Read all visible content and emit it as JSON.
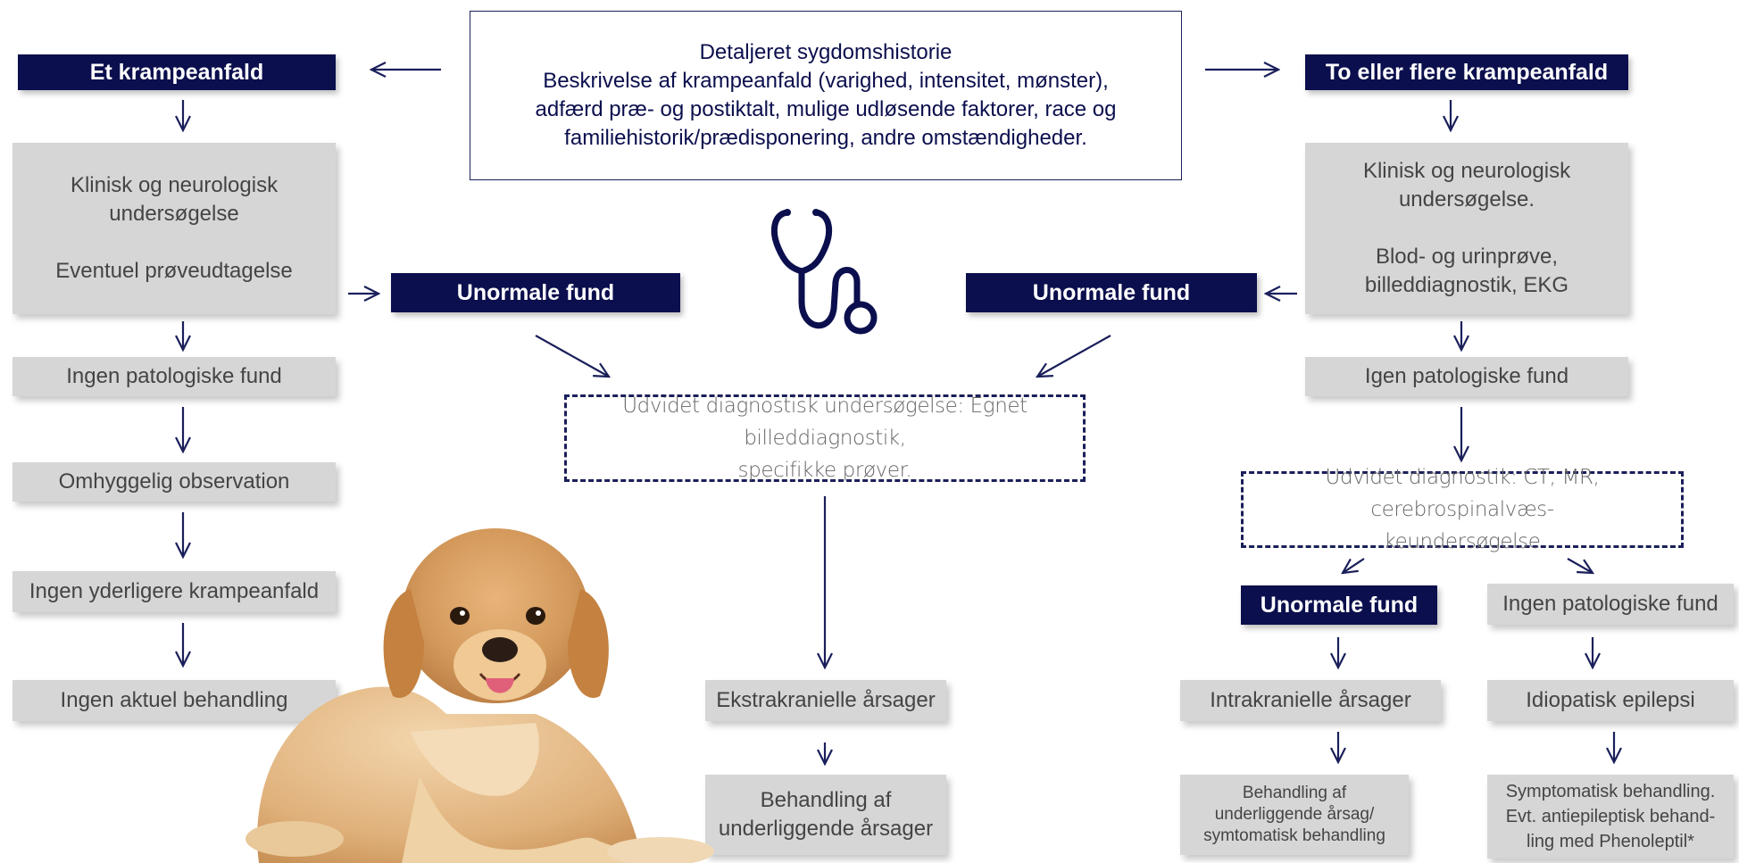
{
  "history": {
    "title": "Detaljeret sygdomshistorie",
    "lines": [
      "Beskrivelse af krampeanfald (varighed, intensitet, mønster),",
      "adfærd præ- og postiktalt, mulige udløsende faktorer, race og",
      "familiehistorik/prædisponering, andre omstændigheder."
    ]
  },
  "left": {
    "header": "Et krampeanfald",
    "exam": [
      "Klinisk og neurologisk",
      "undersøgelse"
    ],
    "exam_extra": "Eventuel prøveudtagelse",
    "abnormal": "Unormale fund",
    "no_findings": "Ingen patologiske fund",
    "observation": "Omhyggelig observation",
    "no_more": "Ingen yderligere krampeanfald",
    "no_treatment": "Ingen aktuel behandling"
  },
  "center": {
    "extended": [
      "Udvidet diagnostisk undersøgelse: Egnet billeddiagnostik,",
      "specifikke prøver."
    ],
    "extracranial": "Ekstrakranielle årsager",
    "treatment": [
      "Behandling af",
      "underliggende årsager"
    ]
  },
  "right": {
    "header": "To eller flere krampeanfald",
    "exam": [
      "Klinisk og neurologisk",
      "undersøgelse."
    ],
    "tests": [
      "Blod- og urinprøve,",
      "billeddiagnostik, EKG"
    ],
    "abnormal": "Unormale fund",
    "no_findings": "Igen patologiske fund",
    "extended": [
      "Udvidet diagnostik: CT, MR, cerebrospinalvæs-",
      "keundersøgelse"
    ],
    "abnormal2": "Unormale fund",
    "no_findings2": "Ingen patologiske fund",
    "intracranial": "Intrakranielle årsager",
    "idiopathic": "Idiopatisk epilepsi",
    "treat_intra": [
      "Behandling af",
      "underliggende årsag/",
      "symtomatisk behandling"
    ],
    "treat_idio": [
      "Symptomatisk behandling.",
      "Evt. antiepileptisk behand-",
      "ling med Phenoleptil*"
    ]
  },
  "icons": {
    "stethoscope": "stethoscope-icon",
    "dog": "dog-photo"
  },
  "colors": {
    "navy": "#0b0f4d",
    "grey_box": "#d6d6d6",
    "grey_text": "#444444"
  }
}
